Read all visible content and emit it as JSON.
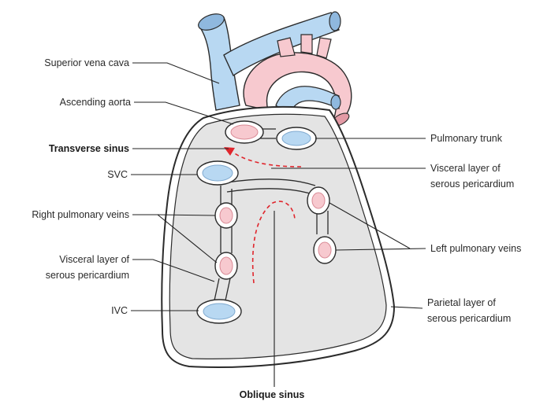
{
  "labels": {
    "superior_vena_cava": "Superior vena cava",
    "ascending_aorta": "Ascending aorta",
    "transverse_sinus": "Transverse sinus",
    "svc": "SVC",
    "right_pulmonary_veins": "Right pulmonary veins",
    "visceral_left_line1": "Visceral layer of",
    "visceral_left_line2": "serous pericardium",
    "ivc": "IVC",
    "pulmonary_trunk": "Pulmonary trunk",
    "visceral_right_line1": "Visceral layer of",
    "visceral_right_line2": "serous pericardium",
    "left_pulmonary_veins": "Left pulmonary veins",
    "parietal_line1": "Parietal layer of",
    "parietal_line2": "serous pericardium",
    "oblique_sinus": "Oblique sinus"
  },
  "colors": {
    "vein_blue": "#b8d8f2",
    "vein_blue_dark": "#7fa9cf",
    "artery_pink": "#f7c9cf",
    "artery_pink_dark": "#d98a95",
    "sac_fill": "#e4e4e4",
    "sinus_arrow": "#e0262d",
    "outline": "#2b2b2b"
  }
}
